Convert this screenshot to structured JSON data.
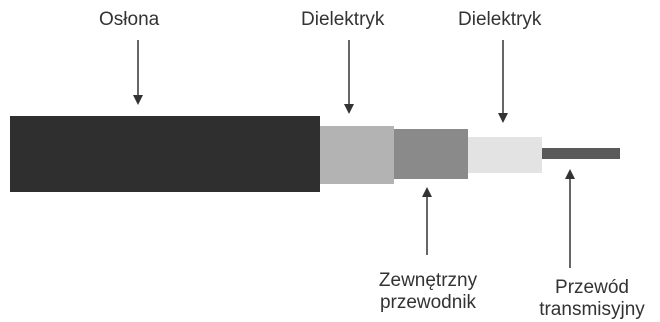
{
  "labels": {
    "jacket": "Osłona",
    "dielectric_1": "Dielektryk",
    "dielectric_2": "Dielektryk",
    "outer_conductor_line1": "Zewnętrzny",
    "outer_conductor_line2": "przewodnik",
    "center_conductor_line1": "Przewód",
    "center_conductor_line2": "transmisyjny"
  },
  "colors": {
    "jacket": "#2f2f2f",
    "dielectric_1": "#b3b3b3",
    "outer_conductor": "#8a8a8a",
    "dielectric_2": "#e3e3e3",
    "center_conductor": "#5a5a5a",
    "arrow": "#333333",
    "text": "#333333"
  }
}
